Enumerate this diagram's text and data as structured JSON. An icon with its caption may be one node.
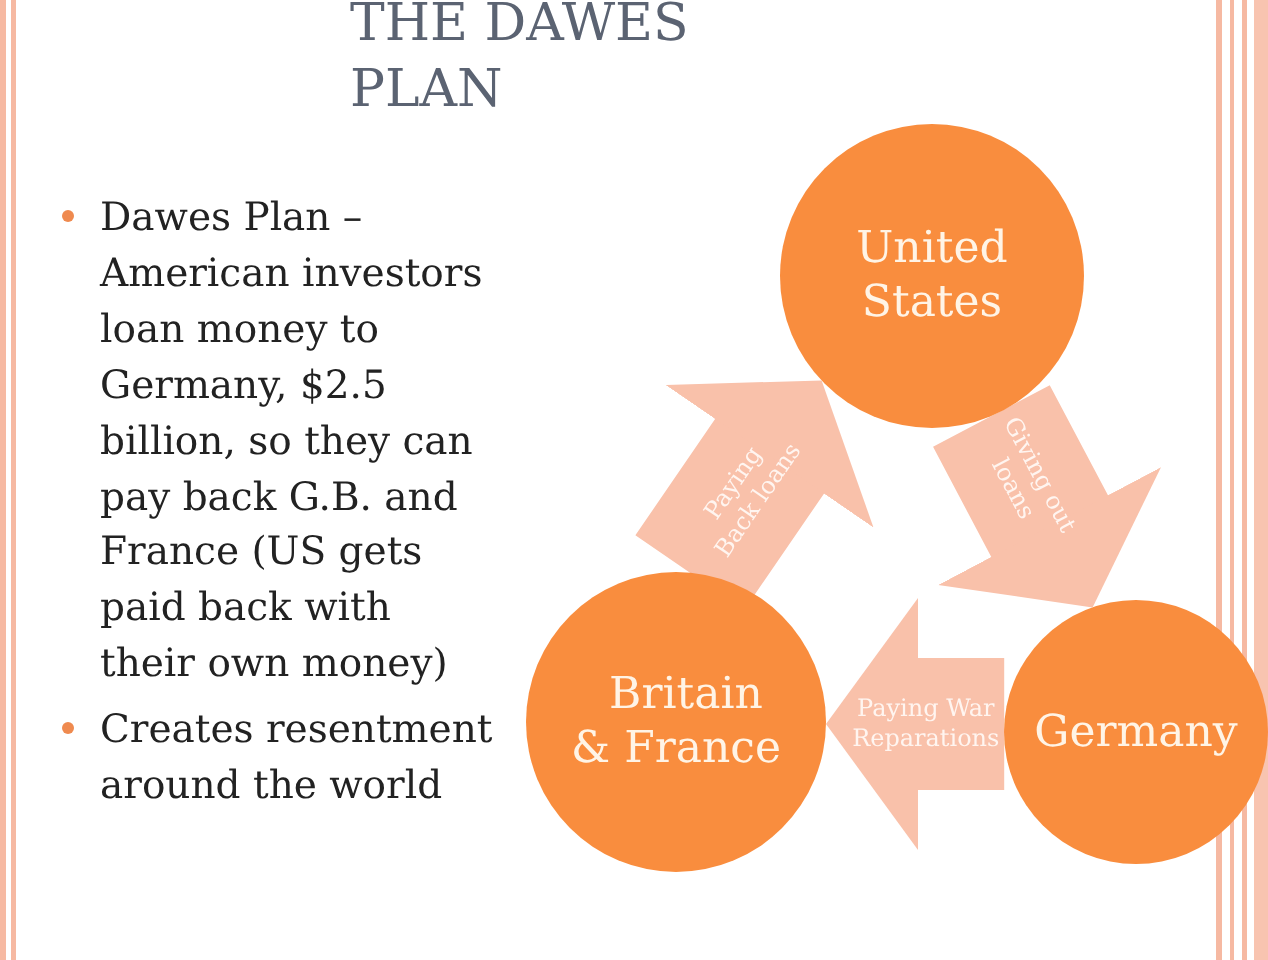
{
  "diagram": {
    "title": "THE DAWES PLAN",
    "nodes": [
      {
        "text": [
          "United States"
        ]
      },
      {
        "text": [
          "Britain & France"
        ]
      },
      {
        "text": [
          "Germany"
        ]
      }
    ],
    "edges": [
      {
        "from": 0,
        "to": 2,
        "arrow": "to",
        "label": "Giving out loans"
      },
      {
        "from": 2,
        "to": 1,
        "arrow": "to",
        "label": "Paying War Reparations"
      },
      {
        "from": 1,
        "to": 0,
        "arrow": "to",
        "label": "Paying Back loans"
      }
    ],
    "labels": [
      "Dawes Plan – American investors loan money to Germany, $2.5 billion, so they can pay back G.B. and France (US gets paid back with their own money)",
      "Creates resentment around the world"
    ]
  }
}
